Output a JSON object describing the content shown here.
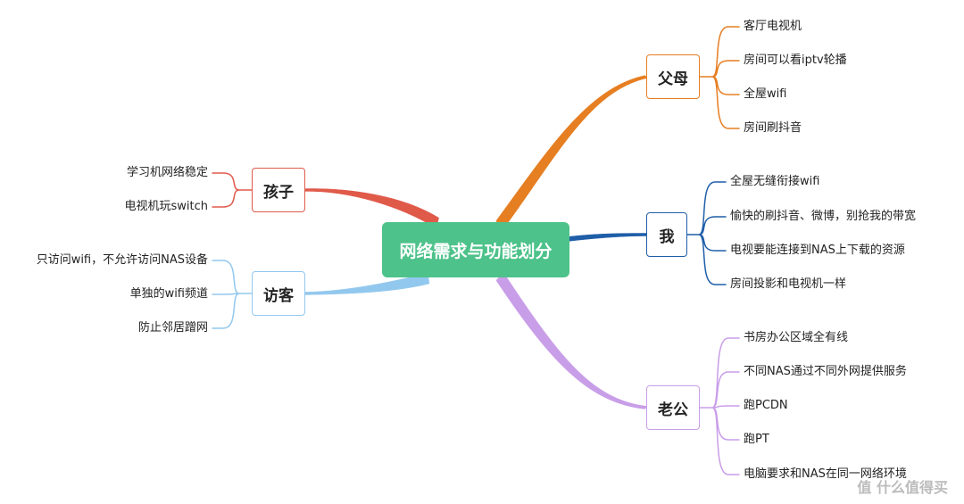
{
  "root": {
    "label": "网络需求与功能划分",
    "color": "#4dc28a"
  },
  "branches": [
    {
      "label": "父母",
      "color": "#e67e22",
      "side": "right",
      "items": [
        "客厅电视机",
        "房间可以看iptv轮播",
        "全屋wifi",
        "房间刷抖音"
      ]
    },
    {
      "label": "我",
      "color": "#1f5ea8",
      "side": "right",
      "items": [
        "全屋无缝衔接wifi",
        "愉快的刷抖音、微博，别抢我的带宽",
        "电视要能连接到NAS上下载的资源",
        "房间投影和电视机一样"
      ]
    },
    {
      "label": "老公",
      "color": "#c99ee8",
      "side": "right",
      "items": [
        "书房办公区域全有线",
        "不同NAS通过不同外网提供服务",
        "跑PCDN",
        "跑PT",
        "电脑要求和NAS在同一网络环境"
      ]
    },
    {
      "label": "孩子",
      "color": "#e05a4a",
      "side": "left",
      "items": [
        "学习机网络稳定",
        "电视机玩switch"
      ]
    },
    {
      "label": "访客",
      "color": "#92c8ee",
      "side": "left",
      "items": [
        "只访问wifi，不允许访问NAS设备",
        "单独的wifi频道",
        "防止邻居蹭网"
      ]
    }
  ],
  "watermark": "值 什么值得买"
}
